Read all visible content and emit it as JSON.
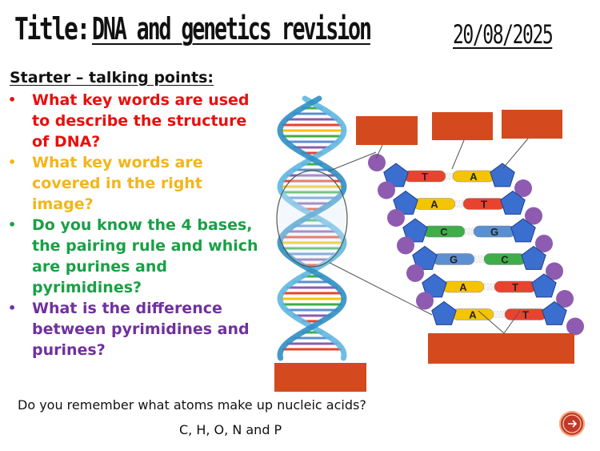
{
  "header": {
    "title_prefix": "Title:",
    "title": "DNA and genetics revision",
    "date": "20/08/2025"
  },
  "starter": {
    "heading": "Starter – talking points:",
    "questions": [
      "What key words are used to describe the structure of DNA?",
      "What key words are covered in the right image?",
      "Do you know the 4 bases, the pairing rule and which are purines and pyrimidines?",
      "What is the difference between pyrimidines and purines?"
    ],
    "question_colors": [
      "#e8100c",
      "#f2b619",
      "#19a046",
      "#7030a0"
    ]
  },
  "diagram": {
    "base_pairs": [
      {
        "left": "T",
        "right": "A"
      },
      {
        "left": "A",
        "right": "T"
      },
      {
        "left": "C",
        "right": "G"
      },
      {
        "left": "G",
        "right": "C"
      },
      {
        "left": "A",
        "right": "T"
      },
      {
        "left": "A",
        "right": "T"
      }
    ],
    "base_colors": {
      "T": "#e8432e",
      "A": "#f5c400",
      "C": "#3fae49",
      "G": "#5b8fd1"
    },
    "label_box_color": "#d44a1e",
    "phosphate_color": "#8e5bb0",
    "sugar_color": "#3a6fd0"
  },
  "footer": {
    "question": "Do you remember what atoms make up nucleic acids?",
    "answer": "C, H, O, N and P"
  }
}
